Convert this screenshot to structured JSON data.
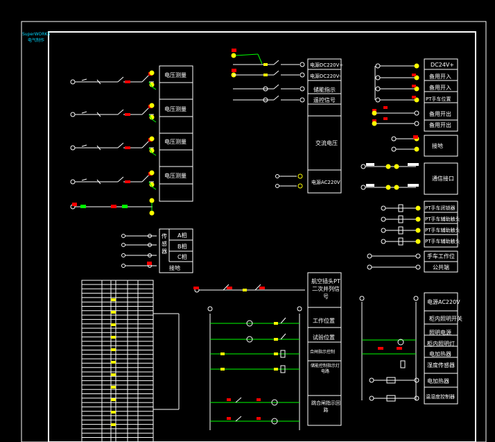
{
  "brand": {
    "line1": "SuperWORKS",
    "line2": "电气制作"
  },
  "colors": {
    "background": "#000000",
    "line": "#ffffff",
    "wire_green": "#00ff00",
    "red": "#ff0000",
    "yellow": "#ffff00",
    "cyan": "#00d8ff"
  },
  "left_blocks": [
    "电压测量",
    "电压测量",
    "电压测量",
    "电压测量"
  ],
  "sensor": {
    "group": "传感器",
    "items": [
      "A相",
      "B相",
      "C相"
    ],
    "ground": "接地"
  },
  "center_top": [
    "电源DC220V+",
    "电源DC220V-",
    "储能指示",
    "遥控信号"
  ],
  "center_mid": [
    "交流电压",
    "电源AC220V"
  ],
  "center_bottom": [
    "航空插头PT二次并列信号",
    "工作位置",
    "试验位置",
    "合闸指示控制",
    "储能控制指示灯电路",
    "跳合闸指示回路"
  ],
  "right_top": [
    "DC24V+",
    "备用开入",
    "备用开入",
    "PT手车位置",
    "备用开出",
    "备用开出",
    "接地"
  ],
  "right_mid": [
    "通信接口",
    "PT手车闭锁器",
    "PT手车辅助触头",
    "PT手车辅助触头",
    "PT手车辅助触头",
    "手车工作位",
    "公共端"
  ],
  "right_bottom": [
    "电源AC220V",
    "柜内照明开关",
    "照明电源",
    "柜内照明灯",
    "电加热器",
    "湿度传感器",
    "电加热器",
    "温湿度控制器"
  ]
}
